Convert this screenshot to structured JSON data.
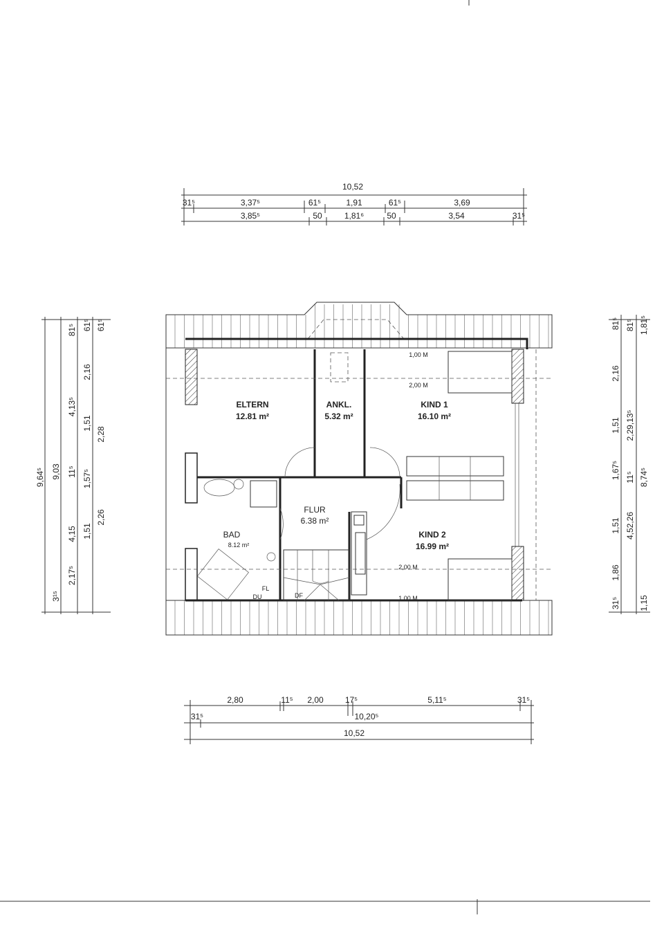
{
  "top_dims": {
    "total": "10,52",
    "row1": [
      "31⁵",
      "3,37⁵",
      "61⁵",
      "1,91",
      "61⁵",
      "3,69"
    ],
    "row2": [
      "3,85⁵",
      "50",
      "1,81⁶",
      "50",
      "3,54",
      "31⁵"
    ]
  },
  "bottom_dims": {
    "row1": [
      "2,80",
      "11⁵",
      "2,00",
      "17⁵",
      "5,11⁵",
      "31⁵"
    ],
    "row2": [
      "31⁵",
      "10,20⁵"
    ],
    "total": "10,52"
  },
  "left_dims": {
    "col1": [
      "9,64⁵"
    ],
    "col2": [
      "9,03",
      "3¹⁵"
    ],
    "col3": [
      "81⁵",
      "4,13⁵",
      "11⁵",
      "4,15",
      "2,17⁵"
    ],
    "col4": [
      "61⁵",
      "2,16",
      "1,51",
      "1,57⁵",
      "1,51"
    ],
    "col5": [
      "61⁵",
      "2,28",
      "2,26"
    ]
  },
  "right_dims": {
    "col1": [
      "81⁵",
      "2,16",
      "1,51",
      "1,67⁵",
      "1,51",
      "1,86",
      "31⁵"
    ],
    "col2": [
      "81⁵",
      "2,29,13⁵",
      "11⁵",
      "4,52,26"
    ],
    "col3": [
      "1,81⁵",
      "8,74⁵",
      "1,15"
    ]
  },
  "rooms": [
    {
      "name": "ELTERN",
      "area": "12.81 m²"
    },
    {
      "name": "ANKL.",
      "area": "5.32 m²"
    },
    {
      "name": "KIND 1",
      "area": "16.10 m²"
    },
    {
      "name": "FLUR",
      "area": "6.38 m²"
    },
    {
      "name": "BAD",
      "area": "8.12 m²"
    },
    {
      "name": "KIND 2",
      "area": "16.99 m²"
    }
  ],
  "height_marks": [
    "1,00 M",
    "2,00 M",
    "2,00 M",
    "1,00 M"
  ],
  "small_labels": [
    "DF",
    "FL",
    "DU"
  ]
}
